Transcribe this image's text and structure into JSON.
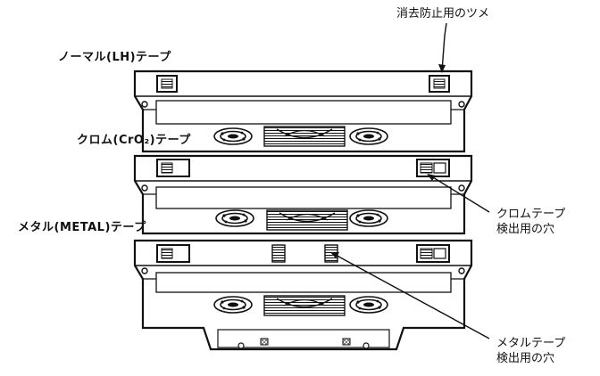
{
  "labels": {
    "tab_prevent": "消去防止用のツメ",
    "normal": "ノーマル(LH)テープ",
    "chrome": "クロム(CrO₂)テープ",
    "metal": "メタル(METAL)テープ",
    "chrome_hole_line1": "クロムテープ",
    "chrome_hole_line2": "検出用の穴",
    "metal_hole_line1": "メタルテープ",
    "metal_hole_line2": "検出用の穴"
  },
  "colors": {
    "ink": "#111111",
    "paper": "#ffffff"
  }
}
